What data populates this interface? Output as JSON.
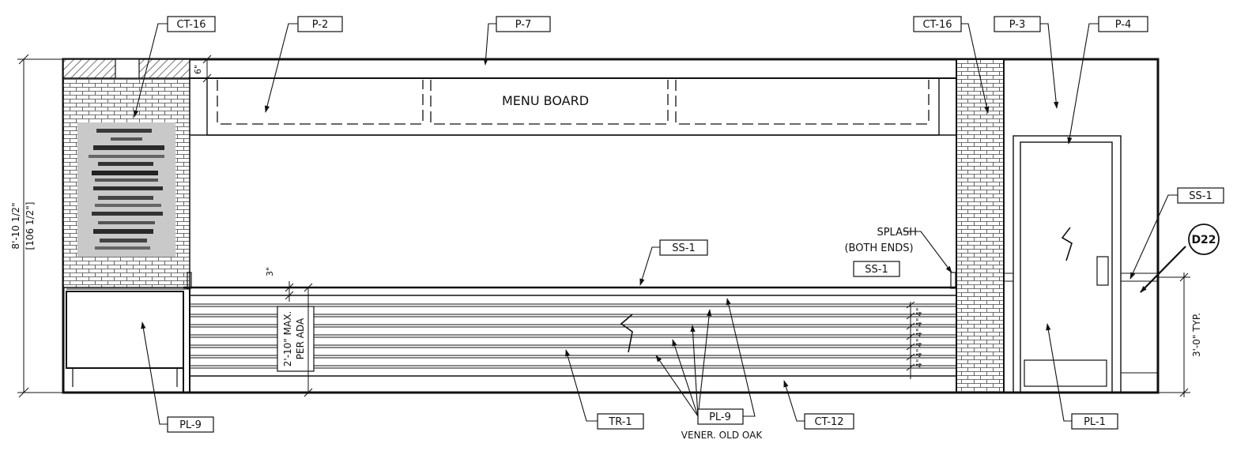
{
  "tags": {
    "ct16_left": "CT-16",
    "p2": "P-2",
    "p7": "P-7",
    "ct16_right": "CT-16",
    "p3": "P-3",
    "p4": "P-4",
    "ss1_right": "SS-1",
    "ss1_counter": "SS-1",
    "ss1_splash": "SS-1",
    "pl9_left": "PL-9",
    "tr1": "TR-1",
    "pl9_center": "PL-9",
    "ct12": "CT-12",
    "pl1": "PL-1"
  },
  "detail_callout": "D22",
  "notes": {
    "menu_board": "MENU BOARD",
    "splash": "SPLASH",
    "both_ends": "(BOTH ENDS)",
    "veneer": "VENER. OLD OAK",
    "ada_max": "2'-10\" MAX.",
    "ada_per": "PER ADA"
  },
  "dimensions": {
    "overall_height": "8'-10 1/2\"",
    "overall_height_inches": "[106 1/2\"]",
    "soffit": "6\"",
    "counter_top": "3\"",
    "rail_height": "3'-0\" TYP.",
    "slat_spacing": [
      "4\"",
      "4\"",
      "4\"",
      "4\"",
      "4\"",
      "4\""
    ]
  }
}
